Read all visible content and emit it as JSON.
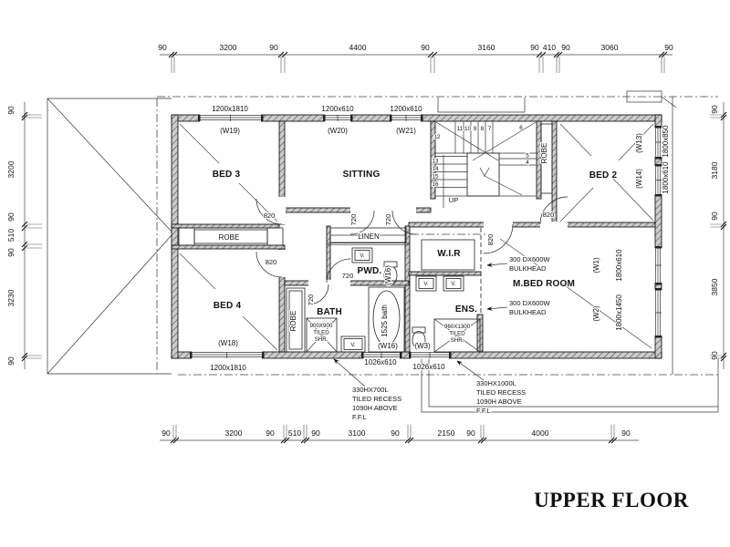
{
  "title": "UPPER FLOOR",
  "dims": {
    "top": [
      "90",
      "3200",
      "90",
      "4400",
      "90",
      "3160",
      "90",
      "410",
      "90",
      "3060",
      "90"
    ],
    "bottom": [
      "90",
      "3200",
      "90",
      "510",
      "90",
      "3100",
      "90",
      "2150",
      "90",
      "4000",
      "90"
    ],
    "left": [
      "90",
      "3200",
      "90",
      "510",
      "90",
      "3230",
      "90"
    ],
    "right": [
      "90",
      "3180",
      "90",
      "3850",
      "90"
    ]
  },
  "rooms": {
    "bed3": "BED 3",
    "sitting": "SITTING",
    "bed2": "BED 2",
    "bed4": "BED 4",
    "mbed": "M.BED ROOM",
    "bath": "BATH",
    "ens": "ENS.",
    "pwd": "PWD.",
    "wir": "W.I.R",
    "linen": "LINEN",
    "robe": "ROBE",
    "up": "UP"
  },
  "windows": {
    "w19": {
      "label": "(W19)",
      "size": "1200x1810"
    },
    "w20": {
      "label": "(W20)",
      "size": "1200x610"
    },
    "w21": {
      "label": "(W21)",
      "size": "1200x610"
    },
    "w18": {
      "label": "(W18)",
      "size": "1200x1810"
    },
    "w13": {
      "label": "(W13)",
      "size": "1800x850"
    },
    "w14": {
      "label": "(W14)",
      "size": "1800x610"
    },
    "w1": {
      "label": "(W1)",
      "size": "1800x610"
    },
    "w2": {
      "label": "(W2)",
      "size": "1800x1450"
    },
    "w16": {
      "label": "(W16)",
      "size": "1026x610"
    },
    "w3": {
      "label": "(W3)",
      "size": "1026x610"
    }
  },
  "doors": {
    "d820": "820",
    "d720": "720"
  },
  "fixtures": {
    "bath_size": "1525 bath",
    "vanity": "V.",
    "shr_bath": [
      "900X900",
      "TILED",
      "SHR."
    ],
    "shr_ens": [
      "960X1300",
      "TILED",
      "SHR."
    ]
  },
  "stairs": [
    "12",
    "11",
    "10",
    "9",
    "8",
    "7",
    "6",
    "5",
    "4",
    "13",
    "14",
    "15",
    "16"
  ],
  "annotations": {
    "recess_a": [
      "330HX700L",
      "TILED RECESS",
      "1090H ABOVE",
      "F.F.L"
    ],
    "recess_b": [
      "330HX1000L",
      "TILED RECESS",
      "1090H ABOVE",
      "F.F.L"
    ],
    "bulkhead": [
      "300 DX600W",
      "BULKHEAD"
    ]
  }
}
